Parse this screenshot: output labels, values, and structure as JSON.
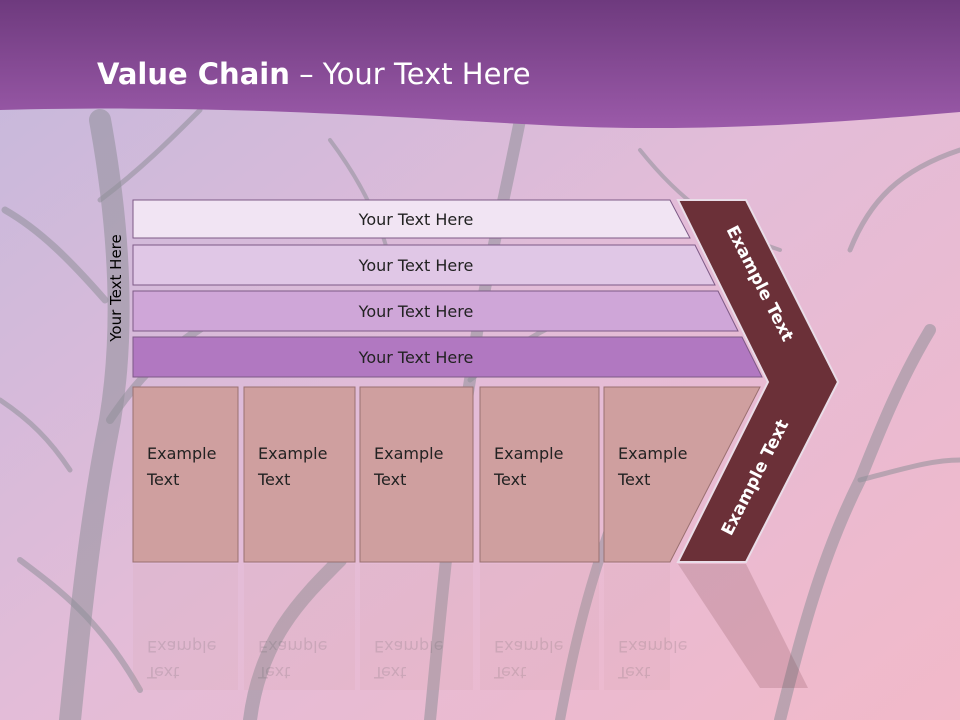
{
  "slide": {
    "title_bold": "Value Chain",
    "title_rest": " – Your Text Here",
    "side_label": "Your Text Here"
  },
  "rows": [
    {
      "label": "Your Text Here",
      "color": "#f1e4f3"
    },
    {
      "label": "Your Text Here",
      "color": "#e0c7e6"
    },
    {
      "label": "Your Text Here",
      "color": "#cfa6d8"
    },
    {
      "label": "Your Text Here",
      "color": "#b178c1"
    }
  ],
  "boxes": [
    {
      "line1": "Example",
      "line2": "Text"
    },
    {
      "line1": "Example",
      "line2": "Text"
    },
    {
      "line1": "Example",
      "line2": "Text"
    },
    {
      "line1": "Example",
      "line2": "Text"
    },
    {
      "line1": "Example",
      "line2": "Text"
    }
  ],
  "chevron": {
    "upper_text": "Example Text",
    "lower_text": "Example Text",
    "color": "#6b3038"
  },
  "colors": {
    "header": "#8e4b9c",
    "box_fill": "#cf9f9f",
    "background_top": "#c6b6dc",
    "background_bottom": "#f0b8c8"
  }
}
